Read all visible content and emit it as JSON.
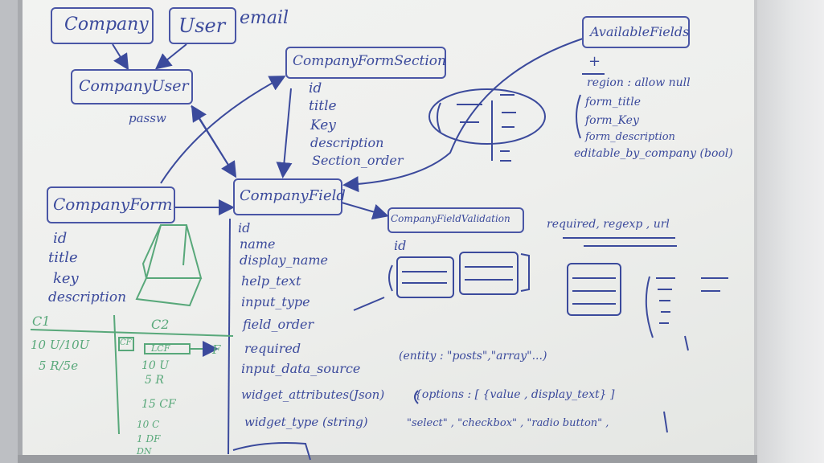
{
  "entities": {
    "company": "Company",
    "user": "User",
    "user_note": "email",
    "company_user": "CompanyUser",
    "company_user_note": "passw",
    "company_form": "CompanyForm",
    "company_form_section": "CompanyFormSection",
    "company_field": "CompanyField",
    "company_field_validation": "CompanyFieldValidation",
    "available_fields": "AvailableFields"
  },
  "company_form_attrs": [
    "id",
    "title",
    "key",
    "description"
  ],
  "section_attrs": [
    "id",
    "title",
    "Key",
    "description",
    "Section_order"
  ],
  "field_attrs": [
    "id",
    "name",
    "display_name",
    "help_text",
    "input_type",
    "field_order",
    "required",
    "input_data_source",
    "widget_attributes(Json)",
    "widget_type (string)"
  ],
  "validation_attrs": [
    "id"
  ],
  "available_fields_attrs": [
    "+",
    "region : allow null",
    "form_title",
    "form_Key",
    "form_description",
    "editable_by_company (bool)"
  ],
  "validation_types": "required, regexp , url",
  "notes": {
    "entity_source": "(entity : \"posts\",\"array\"...)",
    "options": "{options : [ {value , display_text} ]",
    "widget_types": "\"select\" , \"checkbox\" , \"radio button\" ,"
  },
  "green_notes": {
    "c1": "C1",
    "c2": "C2",
    "r1": "10 U/10U",
    "r2": "5 R/5e",
    "cf_box": "CF",
    "lcf": "LCF",
    "f": "F",
    "col2": [
      "10 U",
      "5 R",
      "15 CF"
    ],
    "col3": [
      "10 C",
      "1 DF",
      "DN"
    ]
  },
  "colors": {
    "marker_blue": "#3b4a9c",
    "marker_green": "#58a87a",
    "board": "#eeefed"
  }
}
